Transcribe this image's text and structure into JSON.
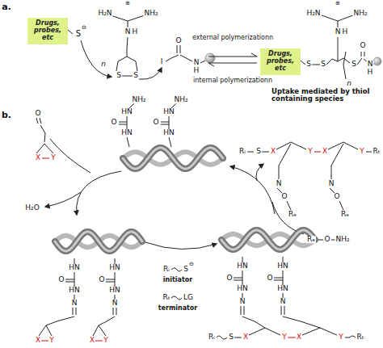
{
  "diagram": {
    "nodes": [
      {
        "text": [
          "Drugs, probes, etc"
        ]
      },
      {
        "text": [
          "Drugs, probes, etc"
        ]
      }
    ],
    "labels": [
      "a.",
      "S",
      "⊖",
      "⊕",
      "H₂N",
      "NH₂",
      "N",
      "H",
      "n",
      "S",
      "S",
      "I",
      "O",
      "N",
      "H",
      "external polymerizationn",
      "internal polymerizationn",
      "⊕",
      "H₂N",
      "NH₂",
      "N",
      "H",
      "S",
      "S",
      "n",
      "S",
      "O",
      "N",
      "H",
      "Uptake mediated by thiol containing species",
      "b.",
      "O",
      "X",
      "Y",
      "H₂O",
      "NH₂",
      "HN",
      "O",
      "HN",
      "NH₂",
      "HN",
      "O",
      "HN",
      "Rᵢ",
      "S",
      "X",
      "Y",
      "X",
      "Y",
      "Rₜ",
      "N",
      "O",
      "Rₑ",
      "N",
      "O",
      "Rₑ",
      "Rₑ",
      "O",
      "NH₂",
      "HN",
      "O",
      "HN",
      "N",
      "HN",
      "O",
      "HN",
      "N",
      "X",
      "Y",
      "X",
      "Y",
      "Rᵢ",
      "S",
      "⊖",
      "initiator",
      "Rₜ",
      "LG",
      "terminator",
      "HN",
      "O",
      "HN",
      "N",
      "HN",
      "O",
      "HN",
      "N",
      "Rᵢ",
      "S",
      "X",
      "Y",
      "X",
      "Y",
      "Rₜ"
    ]
  }
}
